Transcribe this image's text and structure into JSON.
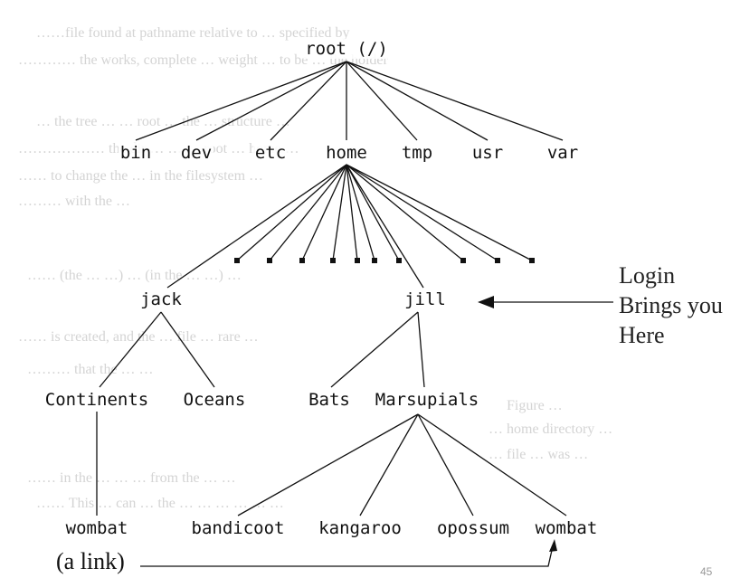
{
  "diagram": {
    "nodes": {
      "root": "root (/)",
      "bin": "bin",
      "dev": "dev",
      "etc": "etc",
      "home": "home",
      "tmp": "tmp",
      "usr": "usr",
      "var": "var",
      "jack": "jack",
      "jill": "jill",
      "continents": "Continents",
      "oceans": "Oceans",
      "bats": "Bats",
      "marsupials": "Marsupials",
      "wombat_link": "wombat",
      "bandicoot": "bandicoot",
      "kangaroo": "kangaroo",
      "opossum": "opossum",
      "wombat": "wombat"
    },
    "callout": {
      "line1": "Login",
      "line2": "Brings you",
      "line3": "Here"
    },
    "link_note": "(a link)",
    "page_number": "45"
  }
}
